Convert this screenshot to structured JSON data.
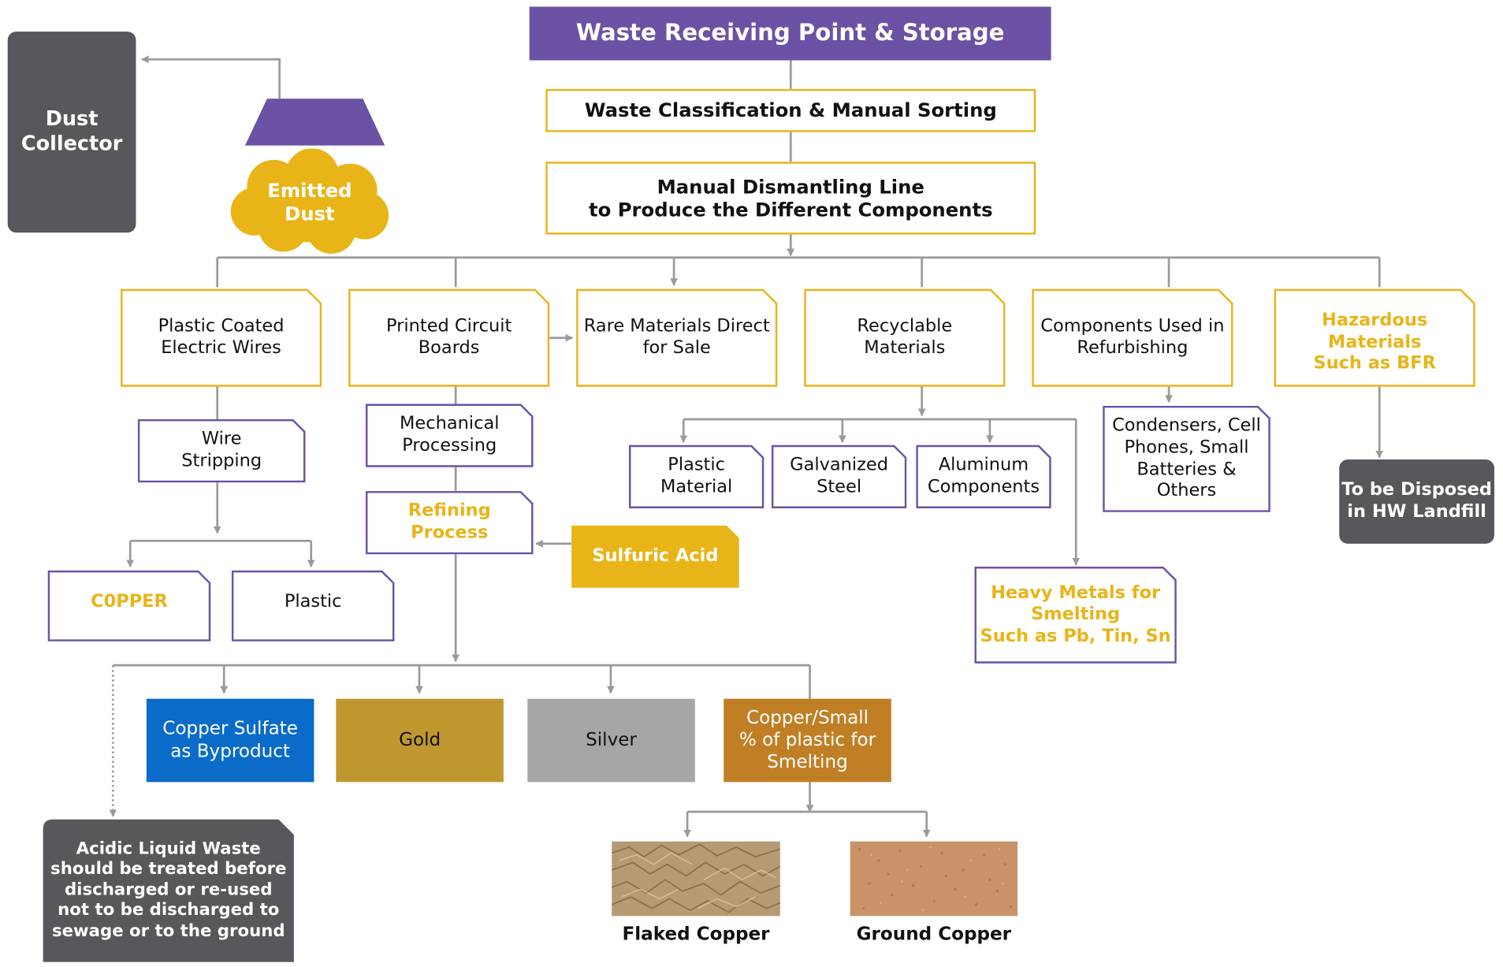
{
  "top": {
    "receiving": "Waste Receiving Point & Storage",
    "sorting": "Waste Classification & Manual Sorting",
    "dismantling": "Manual Dismantling Line\nto Produce the Different Components"
  },
  "dust": {
    "collector": "Dust\nCollector",
    "emitted": "Emitted\nDust"
  },
  "components": {
    "wires": "Plastic Coated\nElectric Wires",
    "pcb": "Printed Circuit\nBoards",
    "rare": "Rare Materials Direct\nfor Sale",
    "recyclable": "Recyclable\nMaterials",
    "refurbishing": "Components Used in\nRefurbishing",
    "hazardous": "Hazardous Materials\nSuch as BFR"
  },
  "wire_branch": {
    "stripping": "Wire\nStripping",
    "copper": "C0PPER",
    "plastic": "Plastic"
  },
  "pcb_branch": {
    "mechanical": "Mechanical\nProcessing",
    "refining": "Refining\nProcess",
    "sulfuric": "Sulfuric Acid"
  },
  "recyclable_branch": {
    "plastic": "Plastic\nMaterial",
    "steel": "Galvanized\nSteel",
    "aluminum": "Aluminum\nComponents",
    "heavy": "Heavy Metals for\nSmelting\nSuch as Pb, Tin, Sn"
  },
  "refurb_branch": {
    "condensers": "Condensers, Cell\nPhones, Small\nBatteries &\nOthers"
  },
  "hazard_branch": {
    "disposal": "To be Disposed\nin HW Landfill"
  },
  "products": {
    "copper_sulfate": "Copper Sulfate\nas Byproduct",
    "gold": "Gold",
    "silver": "Silver",
    "copper_small": "Copper/Small\n% of plastic for\nSmelting",
    "acidic": "Acidic Liquid Waste\nshould be treated before\ndischarged or re-used\nnot to be discharged to\nsewage or to the ground",
    "flaked": "Flaked Copper",
    "ground": "Ground Copper"
  },
  "colors": {
    "purple": "#6b52a5",
    "amber": "#e8b418",
    "dark_gray": "#56585b",
    "connector": "#9a9a9a",
    "copper_sulfate": "#0a6bc9",
    "gold": "#c0972f",
    "silver": "#a6a6a8",
    "copper_small": "#c17f25",
    "flaked": "#b79a73",
    "ground": "#c99268"
  }
}
